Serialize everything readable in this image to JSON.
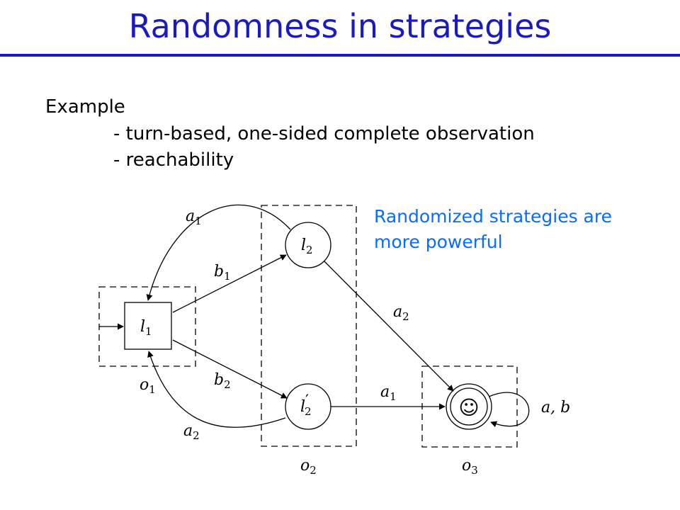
{
  "slide": {
    "title": "Randomness in strategies",
    "example_heading": "Example",
    "bullets": [
      "- turn-based, one-sided complete observation",
      "- reachability"
    ],
    "callout": [
      "Randomized strategies are",
      "more powerful"
    ]
  },
  "diagram": {
    "nodes": {
      "l1": {
        "name": "l",
        "sub": "1"
      },
      "l2": {
        "name": "l",
        "sub": "2"
      },
      "l2p": {
        "name": "l",
        "prime": "′",
        "sub": "2"
      },
      "goal": {
        "symbol": "☺"
      }
    },
    "observations": {
      "o1": {
        "name": "o",
        "sub": "1"
      },
      "o2": {
        "name": "o",
        "sub": "2"
      },
      "o3": {
        "name": "o",
        "sub": "3"
      }
    },
    "edge_labels": {
      "l2_to_l1": {
        "name": "a",
        "sub": "1"
      },
      "l1_to_l2": {
        "name": "b",
        "sub": "1"
      },
      "l2_to_goal": {
        "name": "a",
        "sub": "2"
      },
      "l1_to_l2p": {
        "name": "b",
        "sub": "2"
      },
      "l2p_to_goal": {
        "name": "a",
        "sub": "1"
      },
      "l2p_to_l1": {
        "name": "a",
        "sub": "2"
      },
      "goal_self": {
        "text": "a, b"
      }
    }
  }
}
